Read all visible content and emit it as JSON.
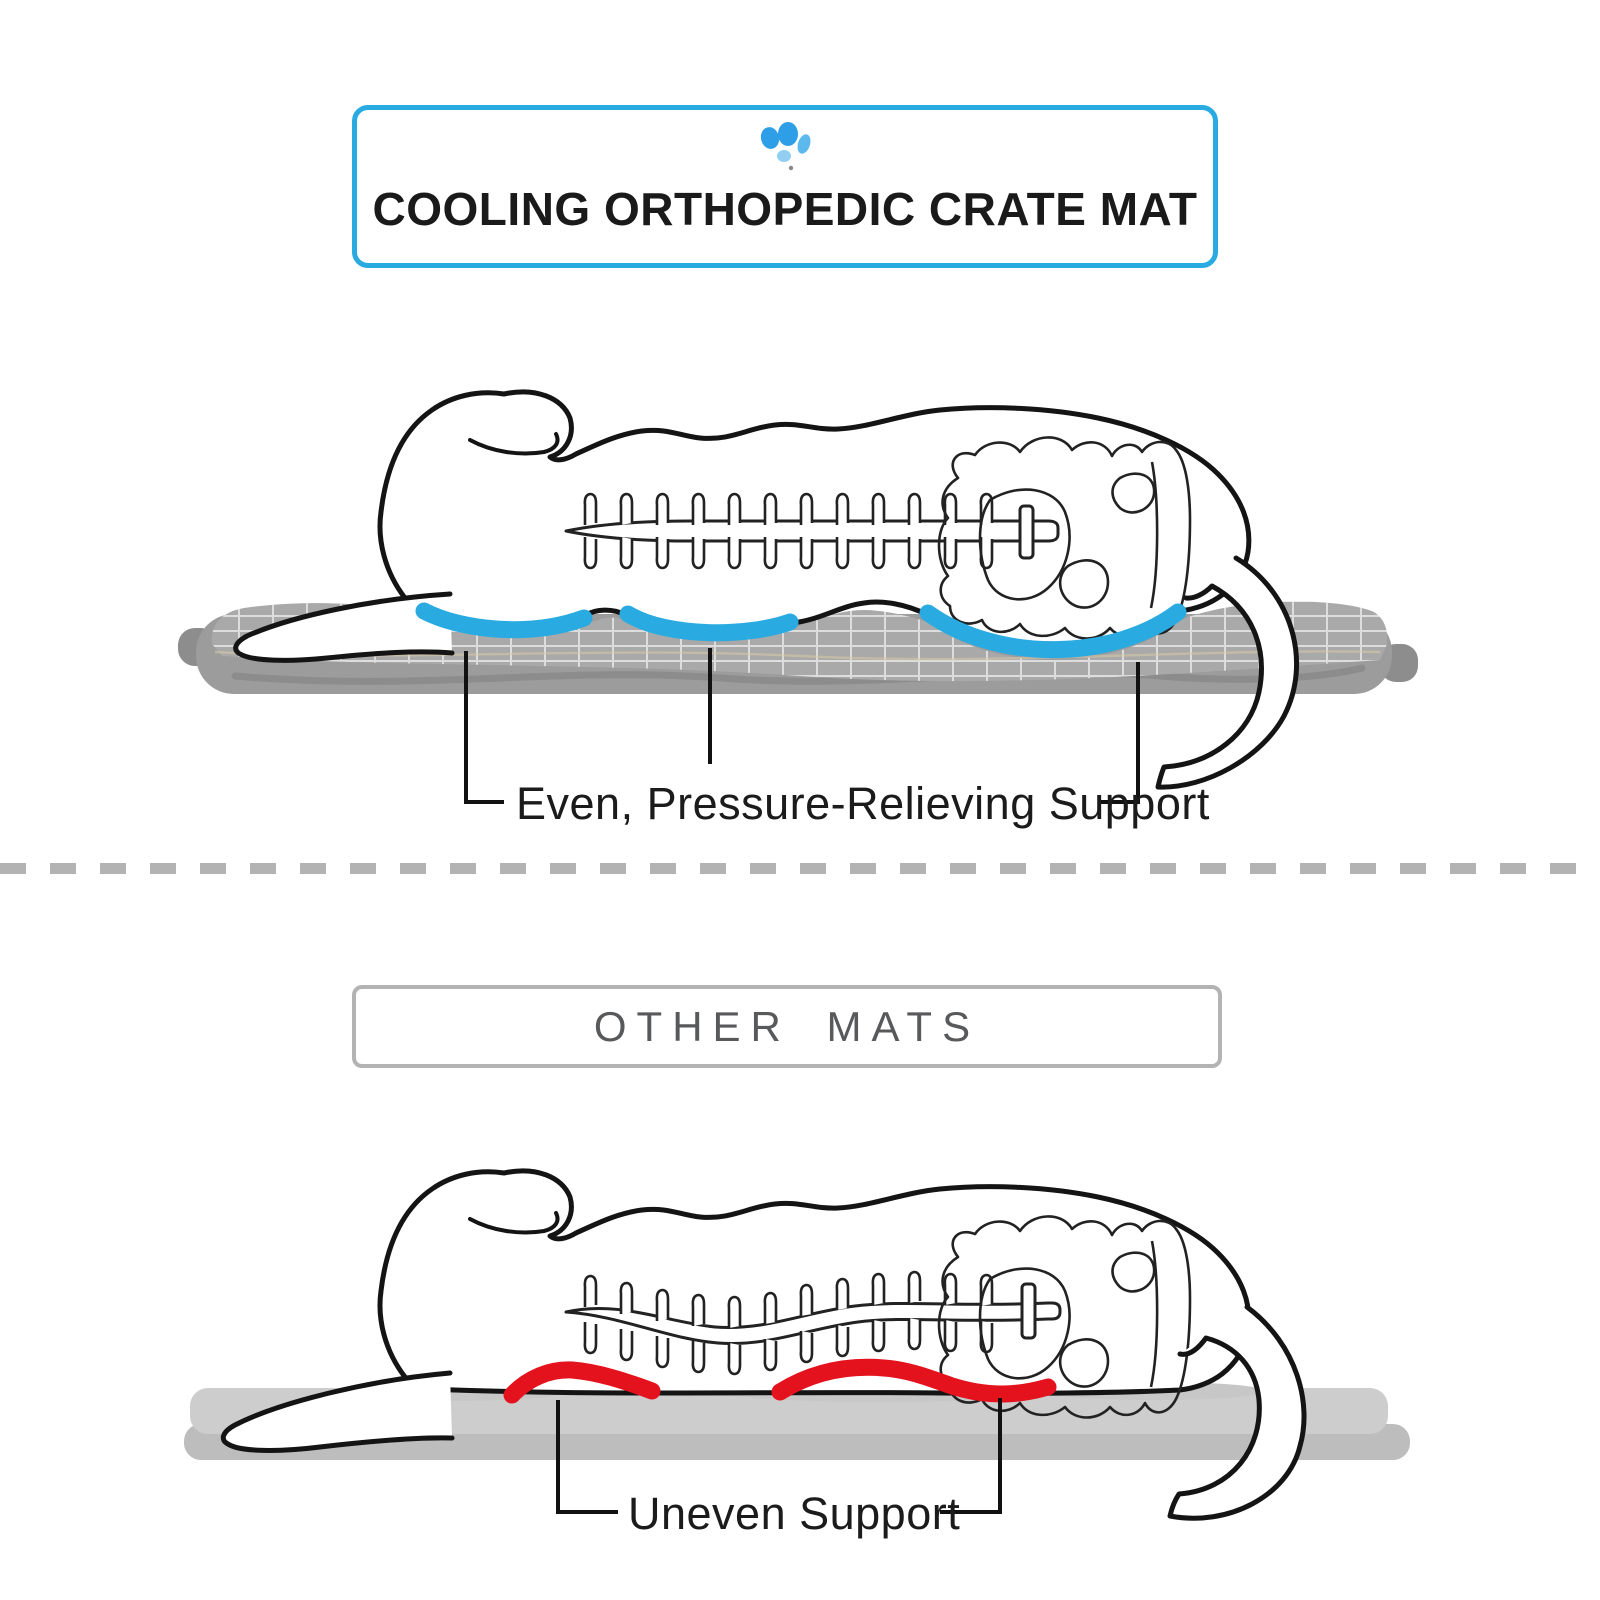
{
  "colors": {
    "accent_blue": "#29ABE2",
    "alert_red": "#E4121D",
    "line_black": "#141414",
    "grey_border": "#B3B3B3",
    "grey_text": "#58595B",
    "divider_grey": "#B3B3B3",
    "mat_surface_grey": "#A9A9A9",
    "mat_base_grey": "#9C9C9C",
    "mat_dark_grey": "#8A8A8A",
    "flat_mat_grey": "#CDCDCD",
    "flat_mat_band_grey": "#BDBDBD"
  },
  "header": {
    "logo_icon": "paw-icon",
    "title": "COOLING ORTHOPEDIC CRATE MAT"
  },
  "top_diagram": {
    "name": "cooling-orthopedic-crate-mat-diagram",
    "support_label": "Even, Pressure-Relieving Support",
    "support_segments": 3,
    "support_color": "#29ABE2"
  },
  "comparison_box": {
    "title": "OTHER MATS"
  },
  "bottom_diagram": {
    "name": "other-mats-diagram",
    "support_label": "Uneven Support",
    "support_segments": 2,
    "support_color": "#E4121D"
  }
}
